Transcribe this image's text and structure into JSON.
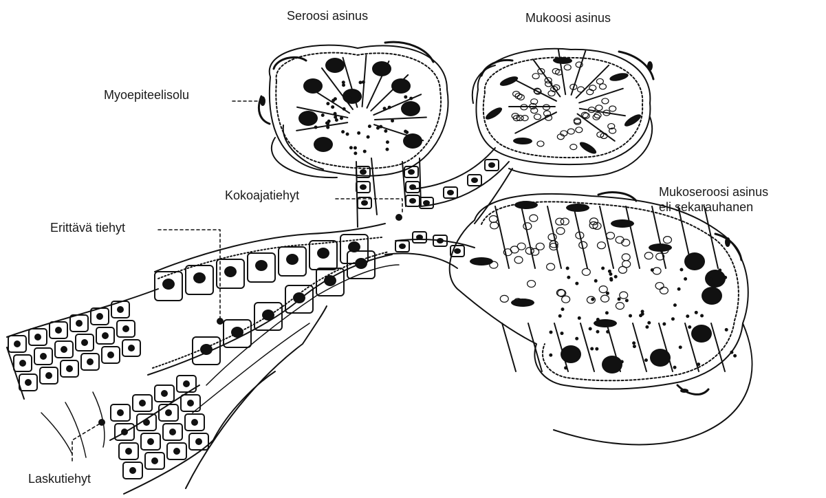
{
  "labels": {
    "serous_acinus": "Seroosi asinus",
    "mucous_acinus": "Mukoosi asinus",
    "mixed_acinus_line1": "Mukoseroosi asinus",
    "mixed_acinus_line2": "eli sekarauhanen",
    "myoepithelial_cell": "Myoepiteelisolu",
    "collecting_duct": "Kokoajatiehyt",
    "secretory_duct": "Erittävä tiehyt",
    "excretory_duct": "Laskutiehyt"
  },
  "colors": {
    "ink": "#111111",
    "background": "#ffffff"
  }
}
